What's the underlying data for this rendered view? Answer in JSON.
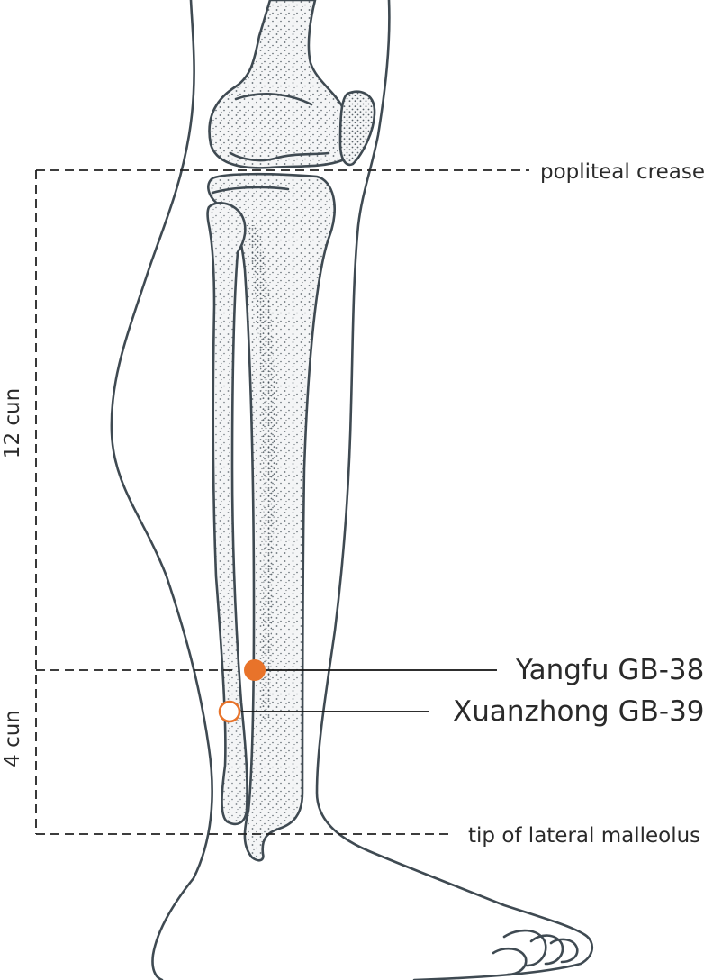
{
  "labels": {
    "popliteal_crease": "popliteal crease",
    "tip_lateral_malleolus": "tip of lateral malleolus",
    "measure_12": "12 cun",
    "measure_4": "4 cun"
  },
  "points": [
    {
      "name": "Yangfu GB-38",
      "marker": "filled",
      "color": "#e8732a"
    },
    {
      "name": "Xuanzhong GB-39",
      "marker": "hollow",
      "color": "#e8732a"
    }
  ],
  "colors": {
    "outline": "#3f4a52",
    "accent": "#e8732a"
  }
}
